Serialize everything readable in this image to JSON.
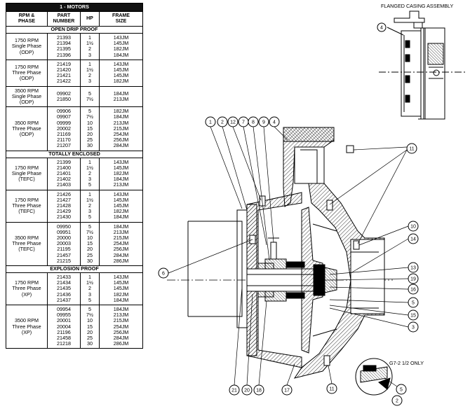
{
  "table": {
    "title": "1 - MOTORS",
    "headers": {
      "rpm": "RPM &\nPHASE",
      "part": "PART\nNUMBER",
      "hp": "HP",
      "frame": "FRAME\nSIZE"
    },
    "sections": [
      {
        "name": "OPEN DRIP PROOF",
        "groups": [
          {
            "desc": "1750 RPM\nSingle Phase\n(ODP)",
            "parts": [
              "21393",
              "21394",
              "21395",
              "21396"
            ],
            "hp": [
              "1",
              "1½",
              "2",
              "3"
            ],
            "frame": [
              "143JM",
              "145JM",
              "182JM",
              "184JM"
            ]
          },
          {
            "desc": "1750 RPM\nThree Phase\n(ODP)",
            "parts": [
              "21419",
              "21420",
              "21421",
              "21422"
            ],
            "hp": [
              "1",
              "1½",
              "2",
              "3"
            ],
            "frame": [
              "143JM",
              "145JM",
              "145JM",
              "182JM"
            ]
          },
          {
            "desc": "3500 RPM\nSingle Phase\n(ODP)",
            "parts": [
              "09902",
              "21850"
            ],
            "hp": [
              "5",
              "7½"
            ],
            "frame": [
              "184JM",
              "213JM"
            ]
          },
          {
            "desc": "3500 RPM\nThree Phase\n(ODP)",
            "parts": [
              "09906",
              "09907",
              "09999",
              "20002",
              "21169",
              "21170",
              "21207"
            ],
            "hp": [
              "5",
              "7½",
              "10",
              "15",
              "20",
              "25",
              "30"
            ],
            "frame": [
              "182JM",
              "184JM",
              "213JM",
              "215JM",
              "254JM",
              "256JM",
              "284JM"
            ]
          }
        ]
      },
      {
        "name": "TOTALLY ENCLOSED",
        "groups": [
          {
            "desc": "1750 RPM\nSingle Phase\n(TEFC)",
            "parts": [
              "21399",
              "21400",
              "21401",
              "21402",
              "21403"
            ],
            "hp": [
              "1",
              "1½",
              "2",
              "3",
              "5"
            ],
            "frame": [
              "143JM",
              "145JM",
              "182JM",
              "184JM",
              "213JM"
            ]
          },
          {
            "desc": "1750 RPM\nThree Phase\n(TEFC)",
            "parts": [
              "21426",
              "21427",
              "21428",
              "21429",
              "21430"
            ],
            "hp": [
              "1",
              "1½",
              "2",
              "3",
              "5"
            ],
            "frame": [
              "143JM",
              "145JM",
              "145JM",
              "182JM",
              "184JM"
            ]
          },
          {
            "desc": "3500 RPM\nThree Phase\n(TEFC)",
            "parts": [
              "09950",
              "09951",
              "20000",
              "20003",
              "21195",
              "21457",
              "21215"
            ],
            "hp": [
              "5",
              "7½",
              "10",
              "15",
              "20",
              "25",
              "30"
            ],
            "frame": [
              "184JM",
              "213JM",
              "215JM",
              "254JM",
              "256JM",
              "284JM",
              "286JM"
            ]
          }
        ]
      },
      {
        "name": "EXPLOSION PROOF",
        "groups": [
          {
            "desc": "1750 RPM\nThree Phase\n(XP)",
            "parts": [
              "21433",
              "21434",
              "21435",
              "21436",
              "21437"
            ],
            "hp": [
              "1",
              "1½",
              "2",
              "3",
              "5"
            ],
            "frame": [
              "143JM",
              "145JM",
              "145JM",
              "182JM",
              "184JM"
            ]
          },
          {
            "desc": "3500 RPM\nThree Phase\n(XP)",
            "parts": [
              "09954",
              "09955",
              "20001",
              "20004",
              "21196",
              "21458",
              "21218"
            ],
            "hp": [
              "5",
              "7½",
              "10",
              "15",
              "20",
              "25",
              "30"
            ],
            "frame": [
              "184JM",
              "213JM",
              "215JM",
              "254JM",
              "256JM",
              "284JM",
              "286JM"
            ]
          }
        ]
      }
    ]
  },
  "diagram": {
    "flanged_caption": "FLANGED CASING ASSEMBLY",
    "g7_caption": "G7-2 1/2 ONLY",
    "callouts": {
      "c1": "1",
      "c2": "2",
      "c12": "12",
      "c7": "7",
      "c8": "8",
      "c9": "9",
      "c4": "4",
      "c4b": "4",
      "c11a": "11",
      "c11b": "11",
      "c10": "10",
      "c14": "14",
      "c6": "6",
      "c13": "13",
      "c19": "19",
      "c16": "16",
      "c5": "5",
      "c15": "15",
      "c3": "3",
      "c21": "21",
      "c20": "20",
      "c18": "18",
      "c17": "17",
      "c5b": "5",
      "c2b": "2"
    }
  }
}
